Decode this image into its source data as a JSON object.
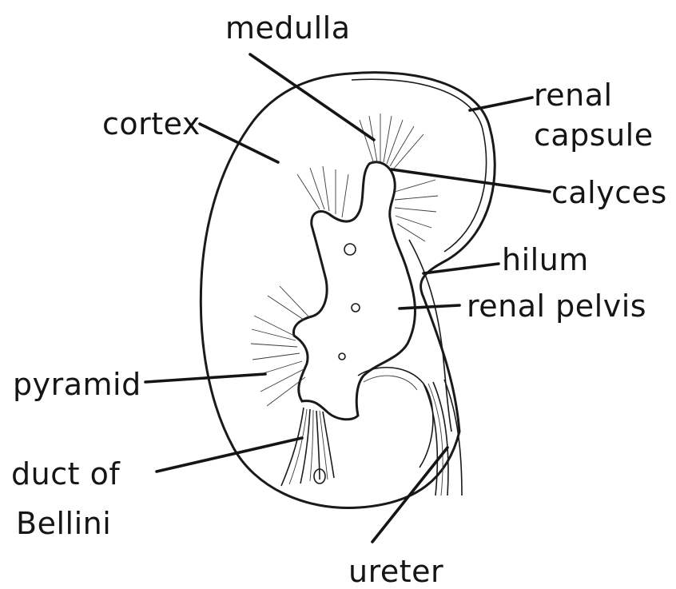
{
  "labels": {
    "medulla": "medulla",
    "cortex": "cortex",
    "renal_capsule_line1": "renal",
    "renal_capsule_line2": "capsule",
    "calyces": "calyces",
    "hilum": "hilum",
    "renal_pelvis": "renal pelvis",
    "pyramid": "pyramid",
    "duct_line1": "duct of",
    "duct_line2": "Bellini",
    "ureter": "ureter"
  }
}
